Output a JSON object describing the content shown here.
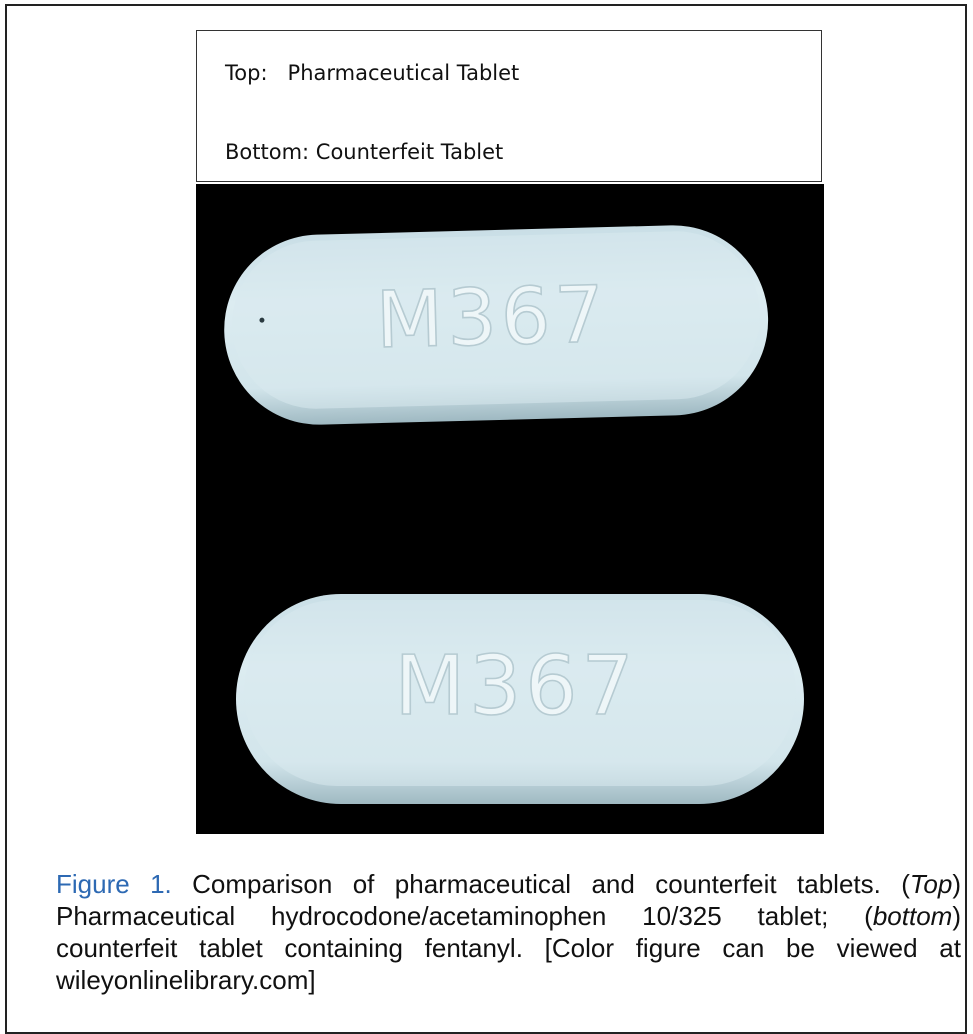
{
  "legend": {
    "top": "Top:   Pharmaceutical Tablet",
    "bottom": "Bottom: Counterfeit Tablet"
  },
  "photo": {
    "top_tablet_imprint": "M367",
    "bottom_tablet_imprint": "M367",
    "background_color": "#000000",
    "tablet_color": "#d4e6ec"
  },
  "caption": {
    "label": "Figure 1.",
    "text1": " Comparison of pharmaceutical and counterfeit tablets. (",
    "em1": "Top",
    "text2": ") Pharmaceutical hydrocodone/acetaminophen 10/325 tablet; (",
    "em2": "bottom",
    "text3": ") counterfeit tablet containing fentanyl. [Color figure can be viewed at wileyonlinelibrary.com]",
    "label_color": "#2d69b3"
  }
}
